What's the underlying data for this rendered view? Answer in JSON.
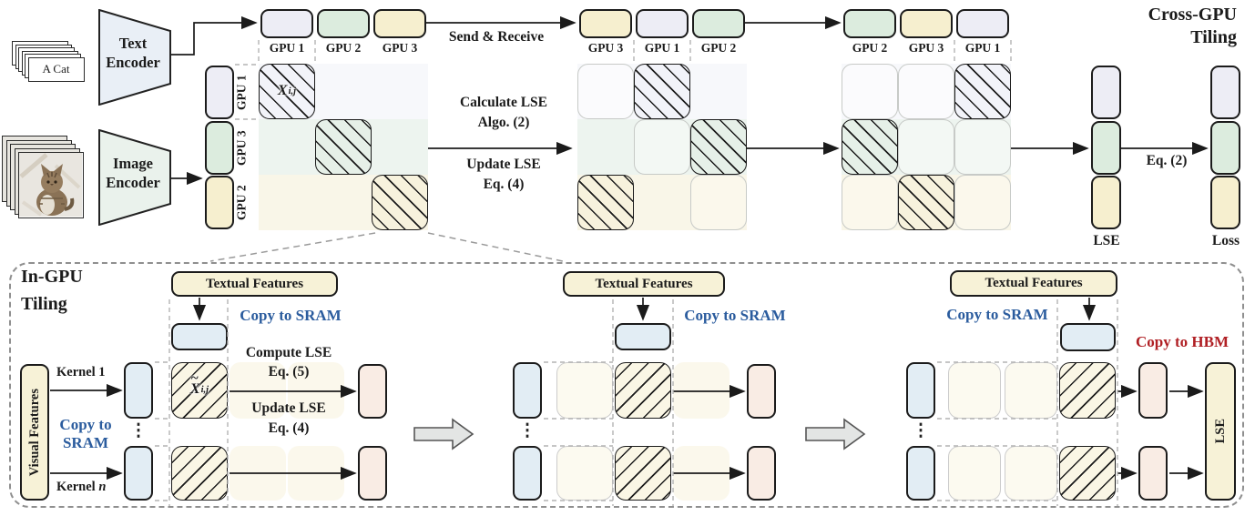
{
  "colors": {
    "accent_blue": "#2b5c9e",
    "accent_red": "#b01f24",
    "gpu1_lavender": "#ededf5",
    "gpu2_green": "#dcecde",
    "gpu3_yellow": "#f6efcf",
    "feature_yellow": "#f7f2d7",
    "sram_blue": "#e2edf4",
    "lse_peach": "#f9ece4"
  },
  "cross_gpu": {
    "title_line1": "Cross-GPU",
    "title_line2": "Tiling",
    "text_prompt": "A Cat",
    "text_encoder_line1": "Text",
    "text_encoder_line2": "Encoder",
    "image_encoder_line1": "Image",
    "image_encoder_line2": "Encoder",
    "image_row_gpus": [
      "GPU 1",
      "GPU 3",
      "GPU 2"
    ],
    "stages": [
      {
        "gpu_labels": [
          "GPU 1",
          "GPU 2",
          "GPU 3"
        ],
        "cells": [
          "h",
          "t",
          "t",
          "t",
          "h",
          "t",
          "t",
          "t",
          "h"
        ]
      },
      {
        "gpu_labels": [
          "GPU 3",
          "GPU 1",
          "GPU 2"
        ],
        "cells": [
          "f",
          "h",
          "t",
          "t",
          "f",
          "h",
          "h",
          "t",
          "f"
        ]
      },
      {
        "gpu_labels": [
          "GPU 2",
          "GPU 3",
          "GPU 1"
        ],
        "cells": [
          "f",
          "f",
          "h",
          "h",
          "f",
          "f",
          "f",
          "h",
          "f"
        ]
      }
    ],
    "send_receive": "Send & Receive",
    "calculate_line1": "Calculate LSE",
    "calculate_line2": "Algo. (2)",
    "update_line1": "Update LSE",
    "update_line2": "Eq. (4)",
    "eq2": "Eq. (2)",
    "cell_var": "X",
    "cell_var_sup": "i,j",
    "lse": "LSE",
    "loss": "Loss"
  },
  "in_gpu": {
    "title_line1": "In-GPU",
    "title_line2": "Tiling",
    "visual_features": "Visual Features",
    "textual_features": "Textual Features",
    "kernel_1": "Kernel 1",
    "kernel_n_prefix": "Kernel ",
    "kernel_n_var": "n",
    "copy_sram_line1": "Copy to",
    "copy_sram_line2": "SRAM",
    "copy_sram": "Copy to SRAM",
    "copy_hbm": "Copy to HBM",
    "compute_line1": "Compute LSE",
    "compute_line2": "Eq. (5)",
    "update_line1": "Update LSE",
    "update_line2": "Eq. (4)",
    "cell_var": "X",
    "cell_var_sup": "i,j",
    "dots": "⋮",
    "lse": "LSE",
    "stages": [
      {
        "cells": [
          "h",
          "t",
          "t"
        ]
      },
      {
        "cells": [
          "f",
          "h",
          "t"
        ]
      },
      {
        "cells": [
          "f",
          "f",
          "h"
        ]
      }
    ]
  }
}
